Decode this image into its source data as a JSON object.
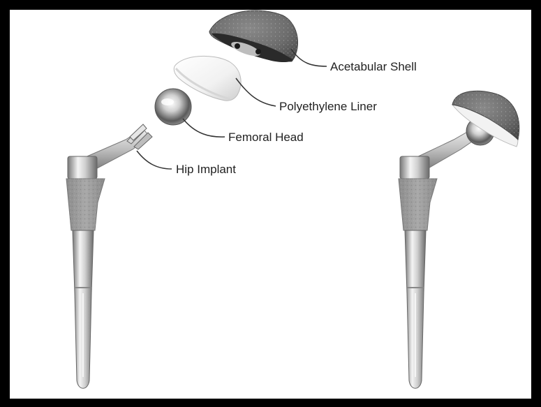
{
  "labels": {
    "shell": "Acetabular Shell",
    "liner": "Polyethylene Liner",
    "head": "Femoral Head",
    "implant": "Hip Implant"
  },
  "colors": {
    "frame": "#000000",
    "background": "#ffffff",
    "porous_coating": "#9a9a9a",
    "metal": "#c9c9c9",
    "liner": "#f4f4f4",
    "text": "#222222"
  }
}
